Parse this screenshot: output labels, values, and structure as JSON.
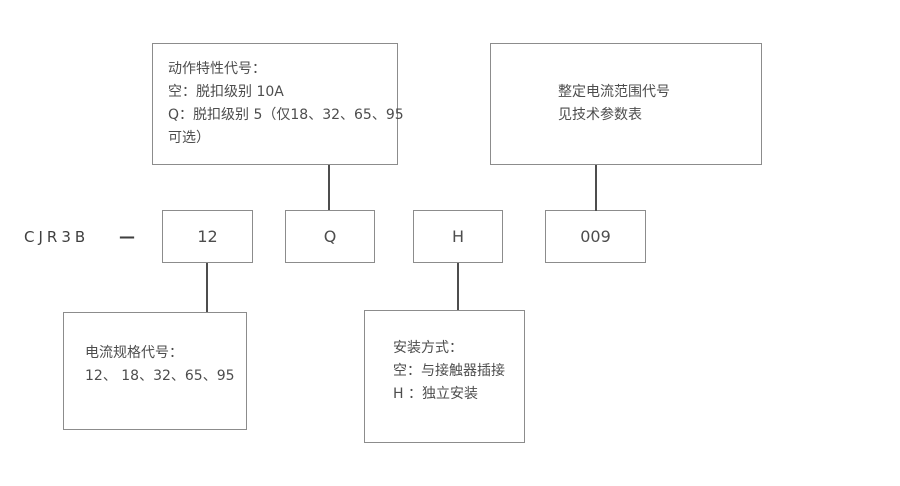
{
  "diagram": {
    "model_prefix": "CJR3B",
    "separator": "—",
    "code_boxes": {
      "current_spec": "12",
      "trip_class": "Q",
      "mounting": "H",
      "current_range": "009"
    },
    "callouts": {
      "action_characteristic": {
        "lines": [
          "动作特性代号：",
          "空：脱扣级别 10A",
          "Q：脱扣级别 5（仅18、32、65、95",
          "可选）"
        ]
      },
      "current_range_code": {
        "lines": [
          "整定电流范围代号",
          "见技术参数表"
        ]
      },
      "current_spec_code": {
        "lines": [
          "电流规格代号：",
          "12、 18、32、65、95"
        ]
      },
      "mounting_type": {
        "lines": [
          "安装方式：",
          "空：与接触器插接",
          "H ：独立安装"
        ]
      }
    },
    "colors": {
      "text": "#4d4d4d",
      "box_border": "#8c8c8c",
      "connector": "#4d4d4d",
      "background": "#ffffff"
    }
  }
}
